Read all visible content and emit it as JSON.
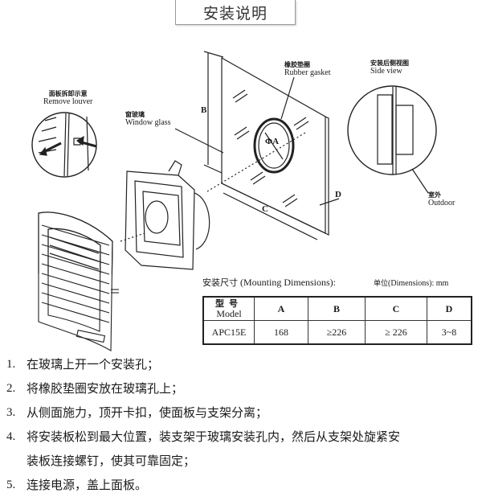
{
  "title": "安装说明",
  "labels": {
    "remove_louver": {
      "cn": "面板拆卸示意",
      "en": "Remove louver"
    },
    "window_glass": {
      "cn": "窗玻璃",
      "en": "Window glass"
    },
    "rubber_gasket": {
      "cn": "橡胶垫圈",
      "en": "Rubber gasket"
    },
    "side_view": {
      "cn": "安装后侧视图",
      "en": "Side view"
    },
    "outdoor": {
      "cn": "室外",
      "en": "Outdoor"
    }
  },
  "dimension_marks": {
    "a": "ΦA",
    "b": "B",
    "c": "C",
    "d": "D"
  },
  "spec": {
    "heading_cn": "安装尺寸",
    "heading_en": "(Mounting Dimensions):",
    "unit_cn": "单位",
    "unit_en": "(Dimensions): mm",
    "header": {
      "model_cn": "型号",
      "model_en": "Model",
      "cols": [
        "A",
        "B",
        "C",
        "D"
      ]
    },
    "rows": [
      {
        "model": "APC15E",
        "values": [
          "168",
          "≥226",
          "≥ 226",
          "3~8"
        ]
      }
    ]
  },
  "steps": [
    {
      "num": "1.",
      "text": "在玻璃上开一个安装孔；"
    },
    {
      "num": "2.",
      "text": "将橡胶垫圈安放在玻璃孔上；"
    },
    {
      "num": "3.",
      "text": "从侧面施力，顶开卡扣，使面板与支架分离；"
    },
    {
      "num": "4.",
      "text": "将安装板松到最大位置，装支架于玻璃安装孔内，然后从支架处旋紧安",
      "cont": "装板连接螺钉，使其可靠固定；"
    },
    {
      "num": "5.",
      "text": "连接电源，盖上面板。"
    }
  ]
}
